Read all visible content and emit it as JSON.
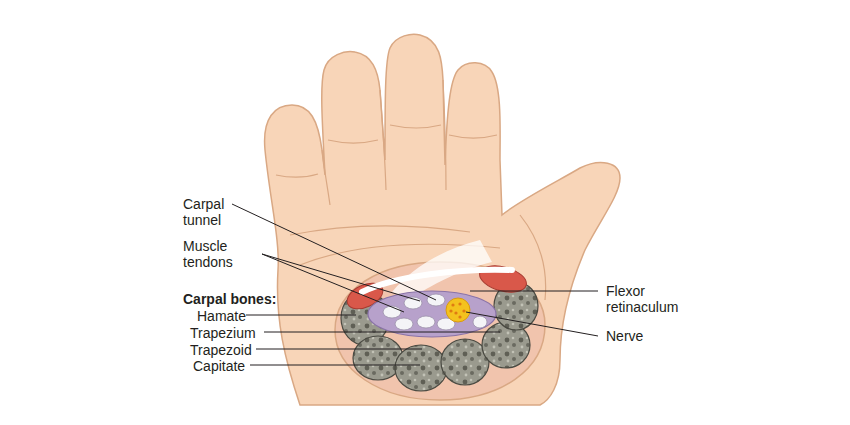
{
  "diagram": {
    "labels": [
      "Carpal tunnel",
      "Muscle tendons",
      "Carpal bones:",
      "Hamate",
      "Trapezium",
      "Trapezoid",
      "Capitate",
      "Flexor retinaculum",
      "Nerve"
    ]
  }
}
